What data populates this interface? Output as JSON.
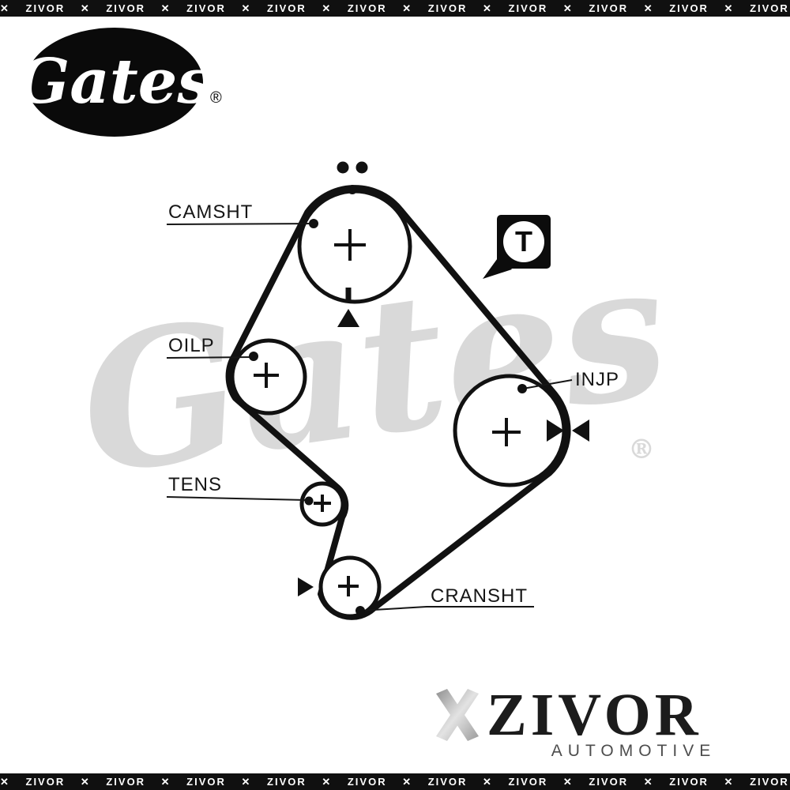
{
  "border": {
    "pattern": "✕ ZIVOR  ✕ ZIVOR  ✕ ZIVOR  ✕ ZIVOR  ✕ ZIVOR  ✕ ZIVOR  ✕ ZIVOR  ✕ ZIVOR  ✕ ZIVOR  ✕ ZIVOR  ✕ ZIVOR  ✕ ZIVOR"
  },
  "brand_logo": {
    "text": "Gates",
    "registered": "®"
  },
  "watermark": {
    "text": "Gates",
    "registered": "®"
  },
  "diagram": {
    "type": "timing-belt-routing",
    "labels": {
      "camshaft": "CAMSHT",
      "oil_pump": "OILP",
      "tensioner": "TENS",
      "crankshaft": "CRANSHT",
      "injection_pump": "INJP"
    },
    "t_badge": "T",
    "pulleys": [
      "camshaft",
      "oil-pump",
      "tensioner",
      "crankshaft",
      "injection-pump"
    ],
    "colors": {
      "belt": "#111111",
      "label": "#161616",
      "watermark": "#d9d9d9",
      "border_bg": "#101010",
      "border_text": "#ffffff"
    }
  },
  "footer_logo": {
    "brand": "ZIVOR",
    "tagline": "AUTOMOTIVE"
  }
}
